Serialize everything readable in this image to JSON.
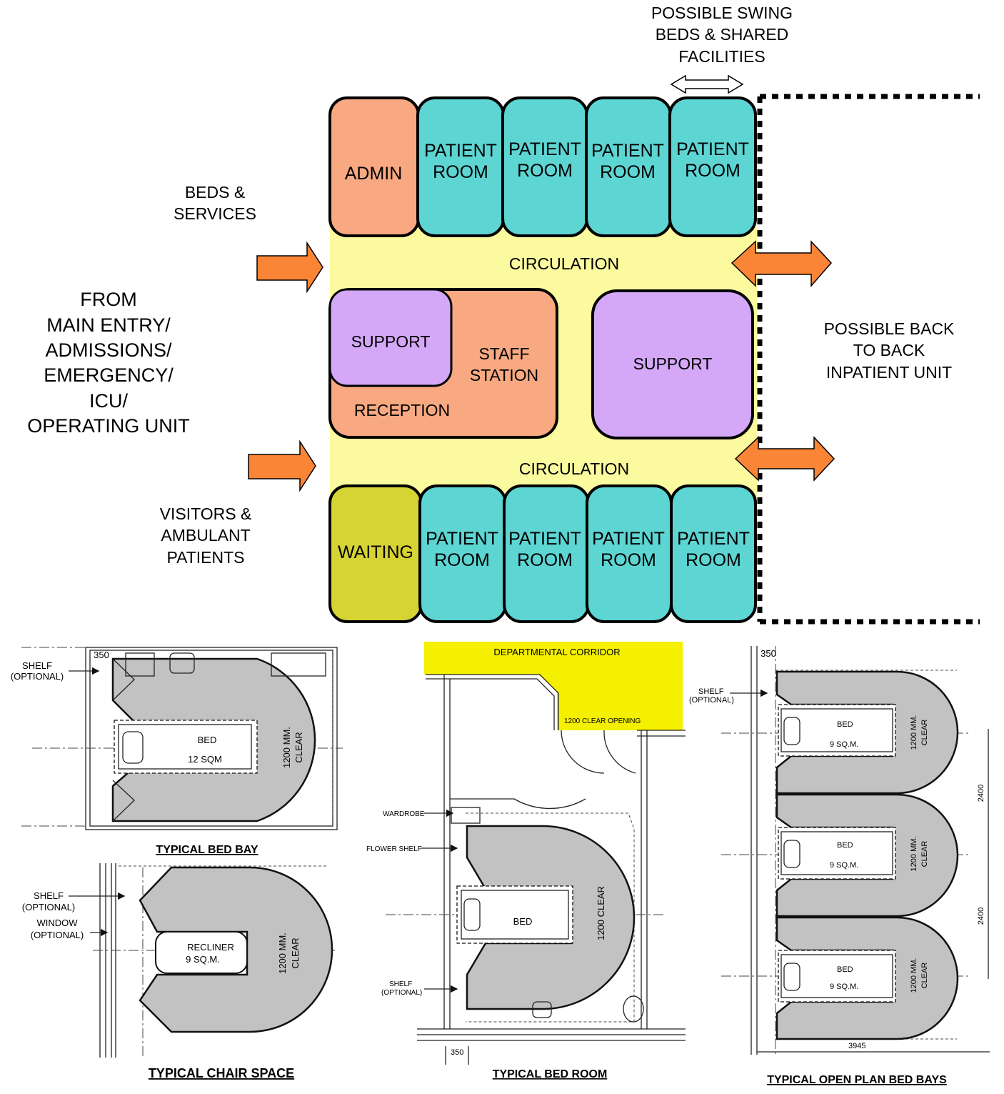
{
  "colors": {
    "admin": "#f8a982",
    "patient_room": "#5dd5d3",
    "circulation": "#fbfa9e",
    "support": "#d4a8f7",
    "waiting": "#d6d335",
    "arrow": "#fb8536",
    "corridor": "#f4f000",
    "bay_fill": "#c2c2c2"
  },
  "labels": {
    "swing": [
      "POSSIBLE SWING",
      "BEDS & SHARED",
      "FACILITIES"
    ],
    "beds_services": [
      "BEDS &",
      "SERVICES"
    ],
    "from_main": [
      "FROM",
      "MAIN ENTRY/",
      "ADMISSIONS/",
      "EMERGENCY/",
      "ICU/",
      "OPERATING UNIT"
    ],
    "visitors": [
      "VISITORS &",
      "AMBULANT",
      "PATIENTS"
    ],
    "back_to_back": [
      "POSSIBLE BACK",
      "TO BACK",
      "INPATIENT UNIT"
    ],
    "admin": "ADMIN",
    "patient": [
      "PATIENT",
      "ROOM"
    ],
    "circulation": "CIRCULATION",
    "support": "SUPPORT",
    "staff_station": [
      "STAFF",
      "STATION"
    ],
    "reception": "RECEPTION",
    "waiting": "WAITING"
  },
  "bed_bay": {
    "dim": "350",
    "shelf": [
      "SHELF",
      "(OPTIONAL)"
    ],
    "bed": "BED",
    "area": "12 SQM",
    "clear": [
      "1200 MM.",
      "CLEAR"
    ],
    "caption": "TYPICAL BED BAY"
  },
  "chair_space": {
    "shelf": [
      "SHELF",
      "(OPTIONAL)"
    ],
    "window": [
      "WINDOW",
      "(OPTIONAL)"
    ],
    "recliner": "RECLINER",
    "area": "9 SQ.M.",
    "clear": [
      "1200 MM.",
      "CLEAR"
    ],
    "caption": "TYPICAL CHAIR SPACE"
  },
  "bed_room": {
    "corridor": "DEPARTMENTAL CORRIDOR",
    "opening": "1200 CLEAR OPENING",
    "wardrobe": "WARDROBE",
    "flower_shelf": "FLOWER SHELF",
    "shelf": [
      "SHELF",
      "(OPTIONAL)"
    ],
    "bed": "BED",
    "clear": "1200 CLEAR",
    "dim": "350",
    "caption": "TYPICAL BED ROOM"
  },
  "open_plan": {
    "dim": "350",
    "shelf": [
      "SHELF",
      "(OPTIONAL)"
    ],
    "bed": "BED",
    "area": "9 SQ.M.",
    "clear": [
      "1200 MM.",
      "CLEAR"
    ],
    "spacing": "2400",
    "width": "3945",
    "caption": "TYPICAL OPEN PLAN BED BAYS"
  }
}
